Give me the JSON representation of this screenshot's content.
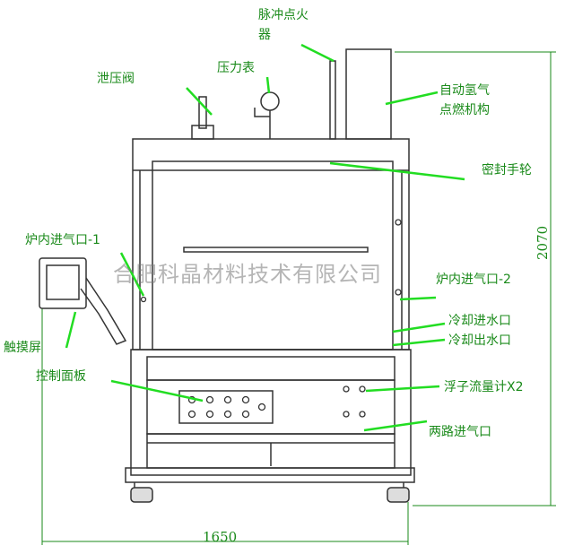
{
  "labels": {
    "pulse_igniter": "脉冲点火\n器",
    "relief_valve": "泄压阀",
    "pressure_gauge": "压力表",
    "auto_h2_ignition": "自动氢气\n点燃机构",
    "seal_handwheel": "密封手轮",
    "inner_inlet_1": "炉内进气口-1",
    "inner_inlet_2": "炉内进气口-2",
    "touch_screen": "触摸屏",
    "cooling_water_in": "冷却进水口",
    "cooling_water_out": "冷却出水口",
    "control_panel": "控制面板",
    "flowmeter": "浮子流量计X2",
    "dual_inlet": "两路进气口"
  },
  "dimensions": {
    "width": "1650",
    "height": "2070"
  },
  "watermark": "合肥科晶材料技术有限公司",
  "colors": {
    "callout": "#1a8a1a",
    "line": "#22dd22",
    "drawing": "#333333"
  }
}
